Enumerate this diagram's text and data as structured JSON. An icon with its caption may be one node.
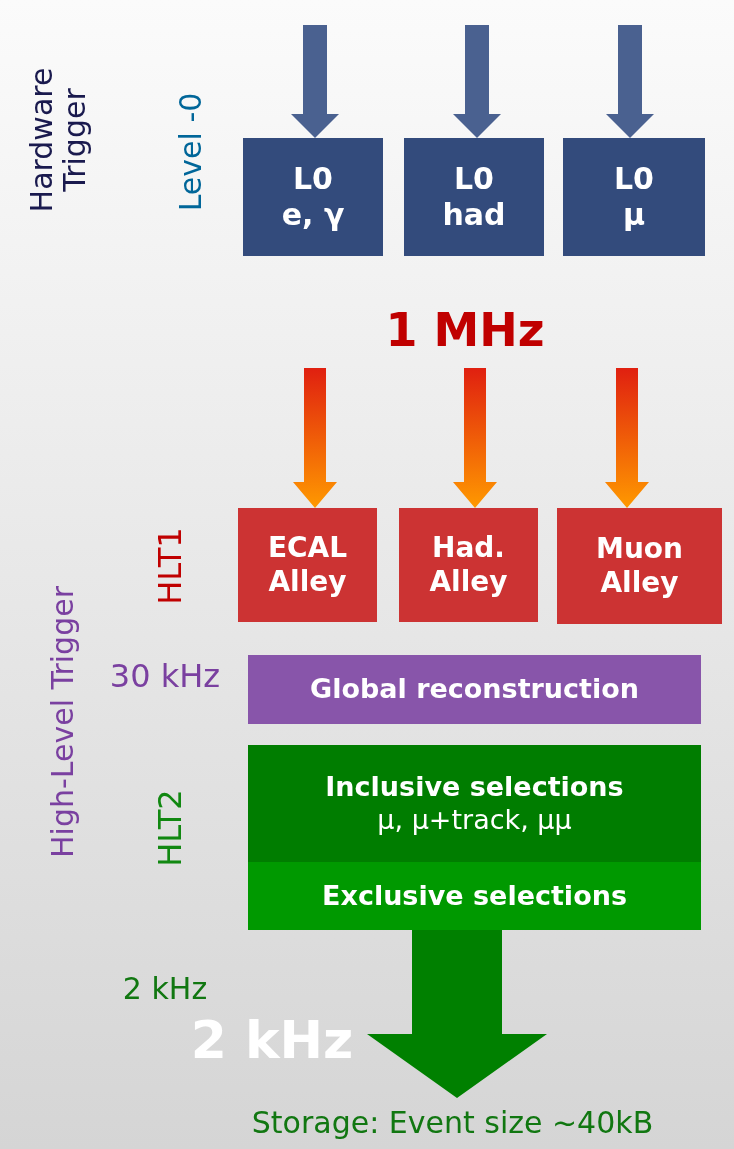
{
  "diagram": {
    "nodes": [
      {
        "text": [
          "L0",
          "e, γ"
        ]
      },
      {
        "text": [
          "L0",
          "had"
        ]
      },
      {
        "text": [
          "L0",
          "μ"
        ]
      },
      {
        "text": [
          "ECAL Alley"
        ]
      },
      {
        "text": [
          "Had. Alley"
        ]
      },
      {
        "text": [
          "Muon Alley"
        ]
      },
      {
        "text": [
          "Global reconstruction"
        ]
      },
      {
        "text": [
          "Inclusive selections",
          "μ, μ+track, μμ"
        ]
      },
      {
        "text": [
          "Exclusive selections"
        ]
      },
      {
        "text": [
          "Storage: Event size ~40kB"
        ]
      }
    ],
    "edges": [
      {
        "from": null,
        "to": 0,
        "arrow": "to"
      },
      {
        "from": null,
        "to": 1,
        "arrow": "to"
      },
      {
        "from": null,
        "to": 2,
        "arrow": "to"
      },
      {
        "from": null,
        "to": 3,
        "arrow": "to",
        "color": "#ff9900"
      },
      {
        "from": null,
        "to": 4,
        "arrow": "to",
        "color": "#ff9900"
      },
      {
        "from": null,
        "to": 5,
        "arrow": "to",
        "color": "#ff9900"
      },
      {
        "from": 8,
        "to": 9,
        "arrow": "to",
        "color": "#008000"
      }
    ],
    "labels": [
      "Hardware Trigger",
      "Level -0",
      "1 MHz",
      "High-Level Trigger",
      "HLT1",
      "30 kHz",
      "HLT2",
      "2 kHz",
      "2 kHz"
    ]
  }
}
